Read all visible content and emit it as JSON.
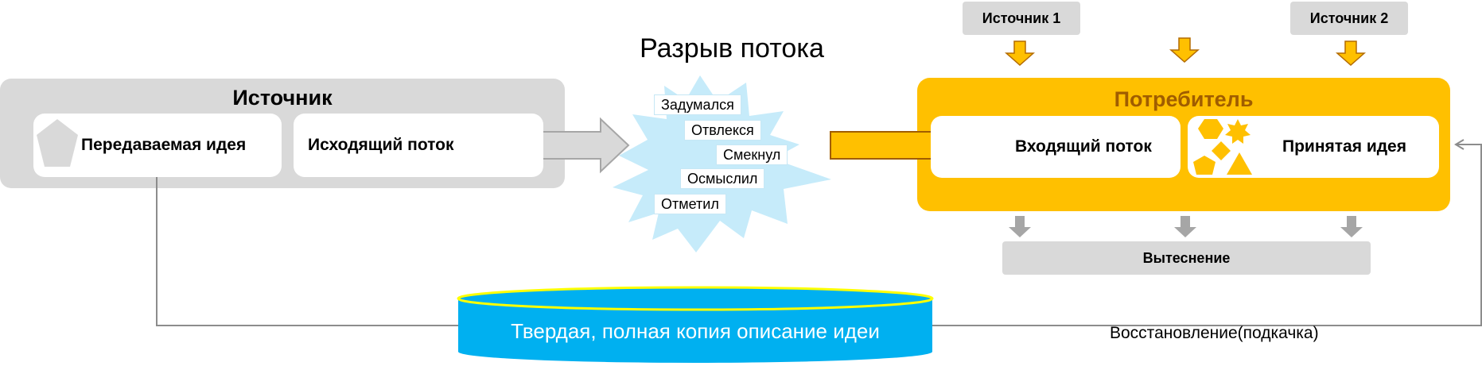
{
  "title": "Разрыв потока",
  "source": {
    "title": "Источник",
    "idea_label": "Передаваемая идея",
    "outflow_label": "Исходящий поток"
  },
  "consumer": {
    "title": "Потребитель",
    "inflow_label": "Входящий поток",
    "accepted_label": "Принятая идея"
  },
  "sources_top": [
    "Источник 1",
    "Источник 2"
  ],
  "burst_items": [
    "Задумался",
    "Отвлекся",
    "Смекнул",
    "Осмыслил",
    "Отметил"
  ],
  "displacement_label": "Вытеснение",
  "copy_label": "Твердая, полная  копия  описание идеи",
  "restore_label": "Восстановление(подкачка)",
  "colors": {
    "panel_gray": "#d9d9d9",
    "consumer_orange": "#ffc000",
    "consumer_title": "#a05d00",
    "burst_blue": "#c6ebfa",
    "cylinder_blue": "#00b0f0",
    "cylinder_rim": "#ffff00",
    "arrow_gray": "#a6a6a6"
  },
  "icons": {
    "idea": "pentagon-icon",
    "accepted": "shapes-cluster-icon"
  }
}
